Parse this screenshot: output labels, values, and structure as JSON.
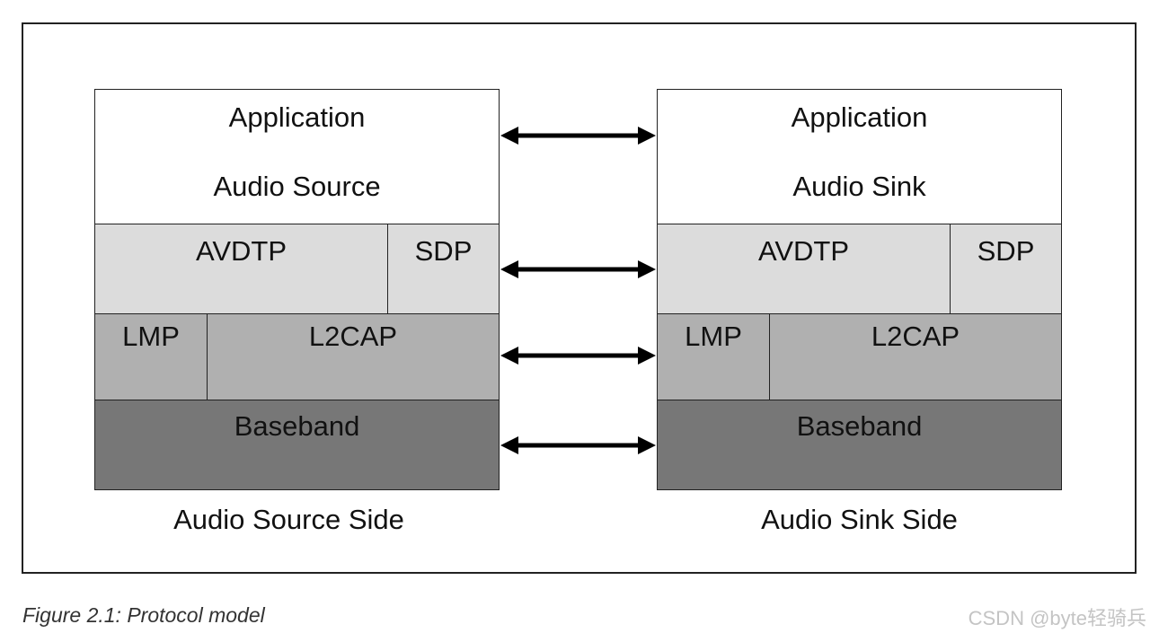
{
  "source_stack": {
    "app_line1": "Application",
    "app_line2": "Audio Source",
    "avdtp": "AVDTP",
    "sdp": "SDP",
    "lmp": "LMP",
    "l2cap": "L2CAP",
    "baseband": "Baseband",
    "side_label": "Audio Source Side"
  },
  "sink_stack": {
    "app_line1": "Application",
    "app_line2": "Audio Sink",
    "avdtp": "AVDTP",
    "sdp": "SDP",
    "lmp": "LMP",
    "l2cap": "L2CAP",
    "baseband": "Baseband",
    "side_label": "Audio Sink Side"
  },
  "caption": "Figure 2.1: Protocol model",
  "watermark": "CSDN @byte轻骑兵",
  "colors": {
    "application": "#ffffff",
    "avdtp_layer": "#dcdcdc",
    "l2cap_layer": "#b0b0b0",
    "baseband_layer": "#777777"
  }
}
